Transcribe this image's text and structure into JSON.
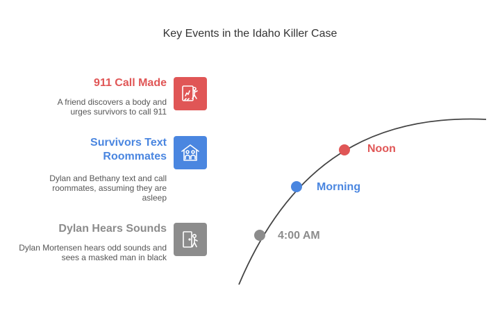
{
  "title": "Key Events in the Idaho Killer Case",
  "events": [
    {
      "title": "911 Call Made",
      "description": "A friend discovers a body and urges survivors to call 911",
      "color": "#e05656",
      "icon": "phone-call-icon"
    },
    {
      "title": "Survivors Text Roommates",
      "description": "Dylan and Bethany text and call roommates, assuming they are asleep",
      "color": "#4a86e0",
      "icon": "house-people-icon"
    },
    {
      "title": "Dylan Hears Sounds",
      "description": "Dylan Mortensen hears odd sounds and sees a masked man in black",
      "color": "#8c8c8c",
      "icon": "door-figure-icon"
    }
  ],
  "timeline": [
    {
      "label": "Noon",
      "color": "#e05656"
    },
    {
      "label": "Morning",
      "color": "#4a86e0"
    },
    {
      "label": "4:00 AM",
      "color": "#8c8c8c"
    }
  ]
}
